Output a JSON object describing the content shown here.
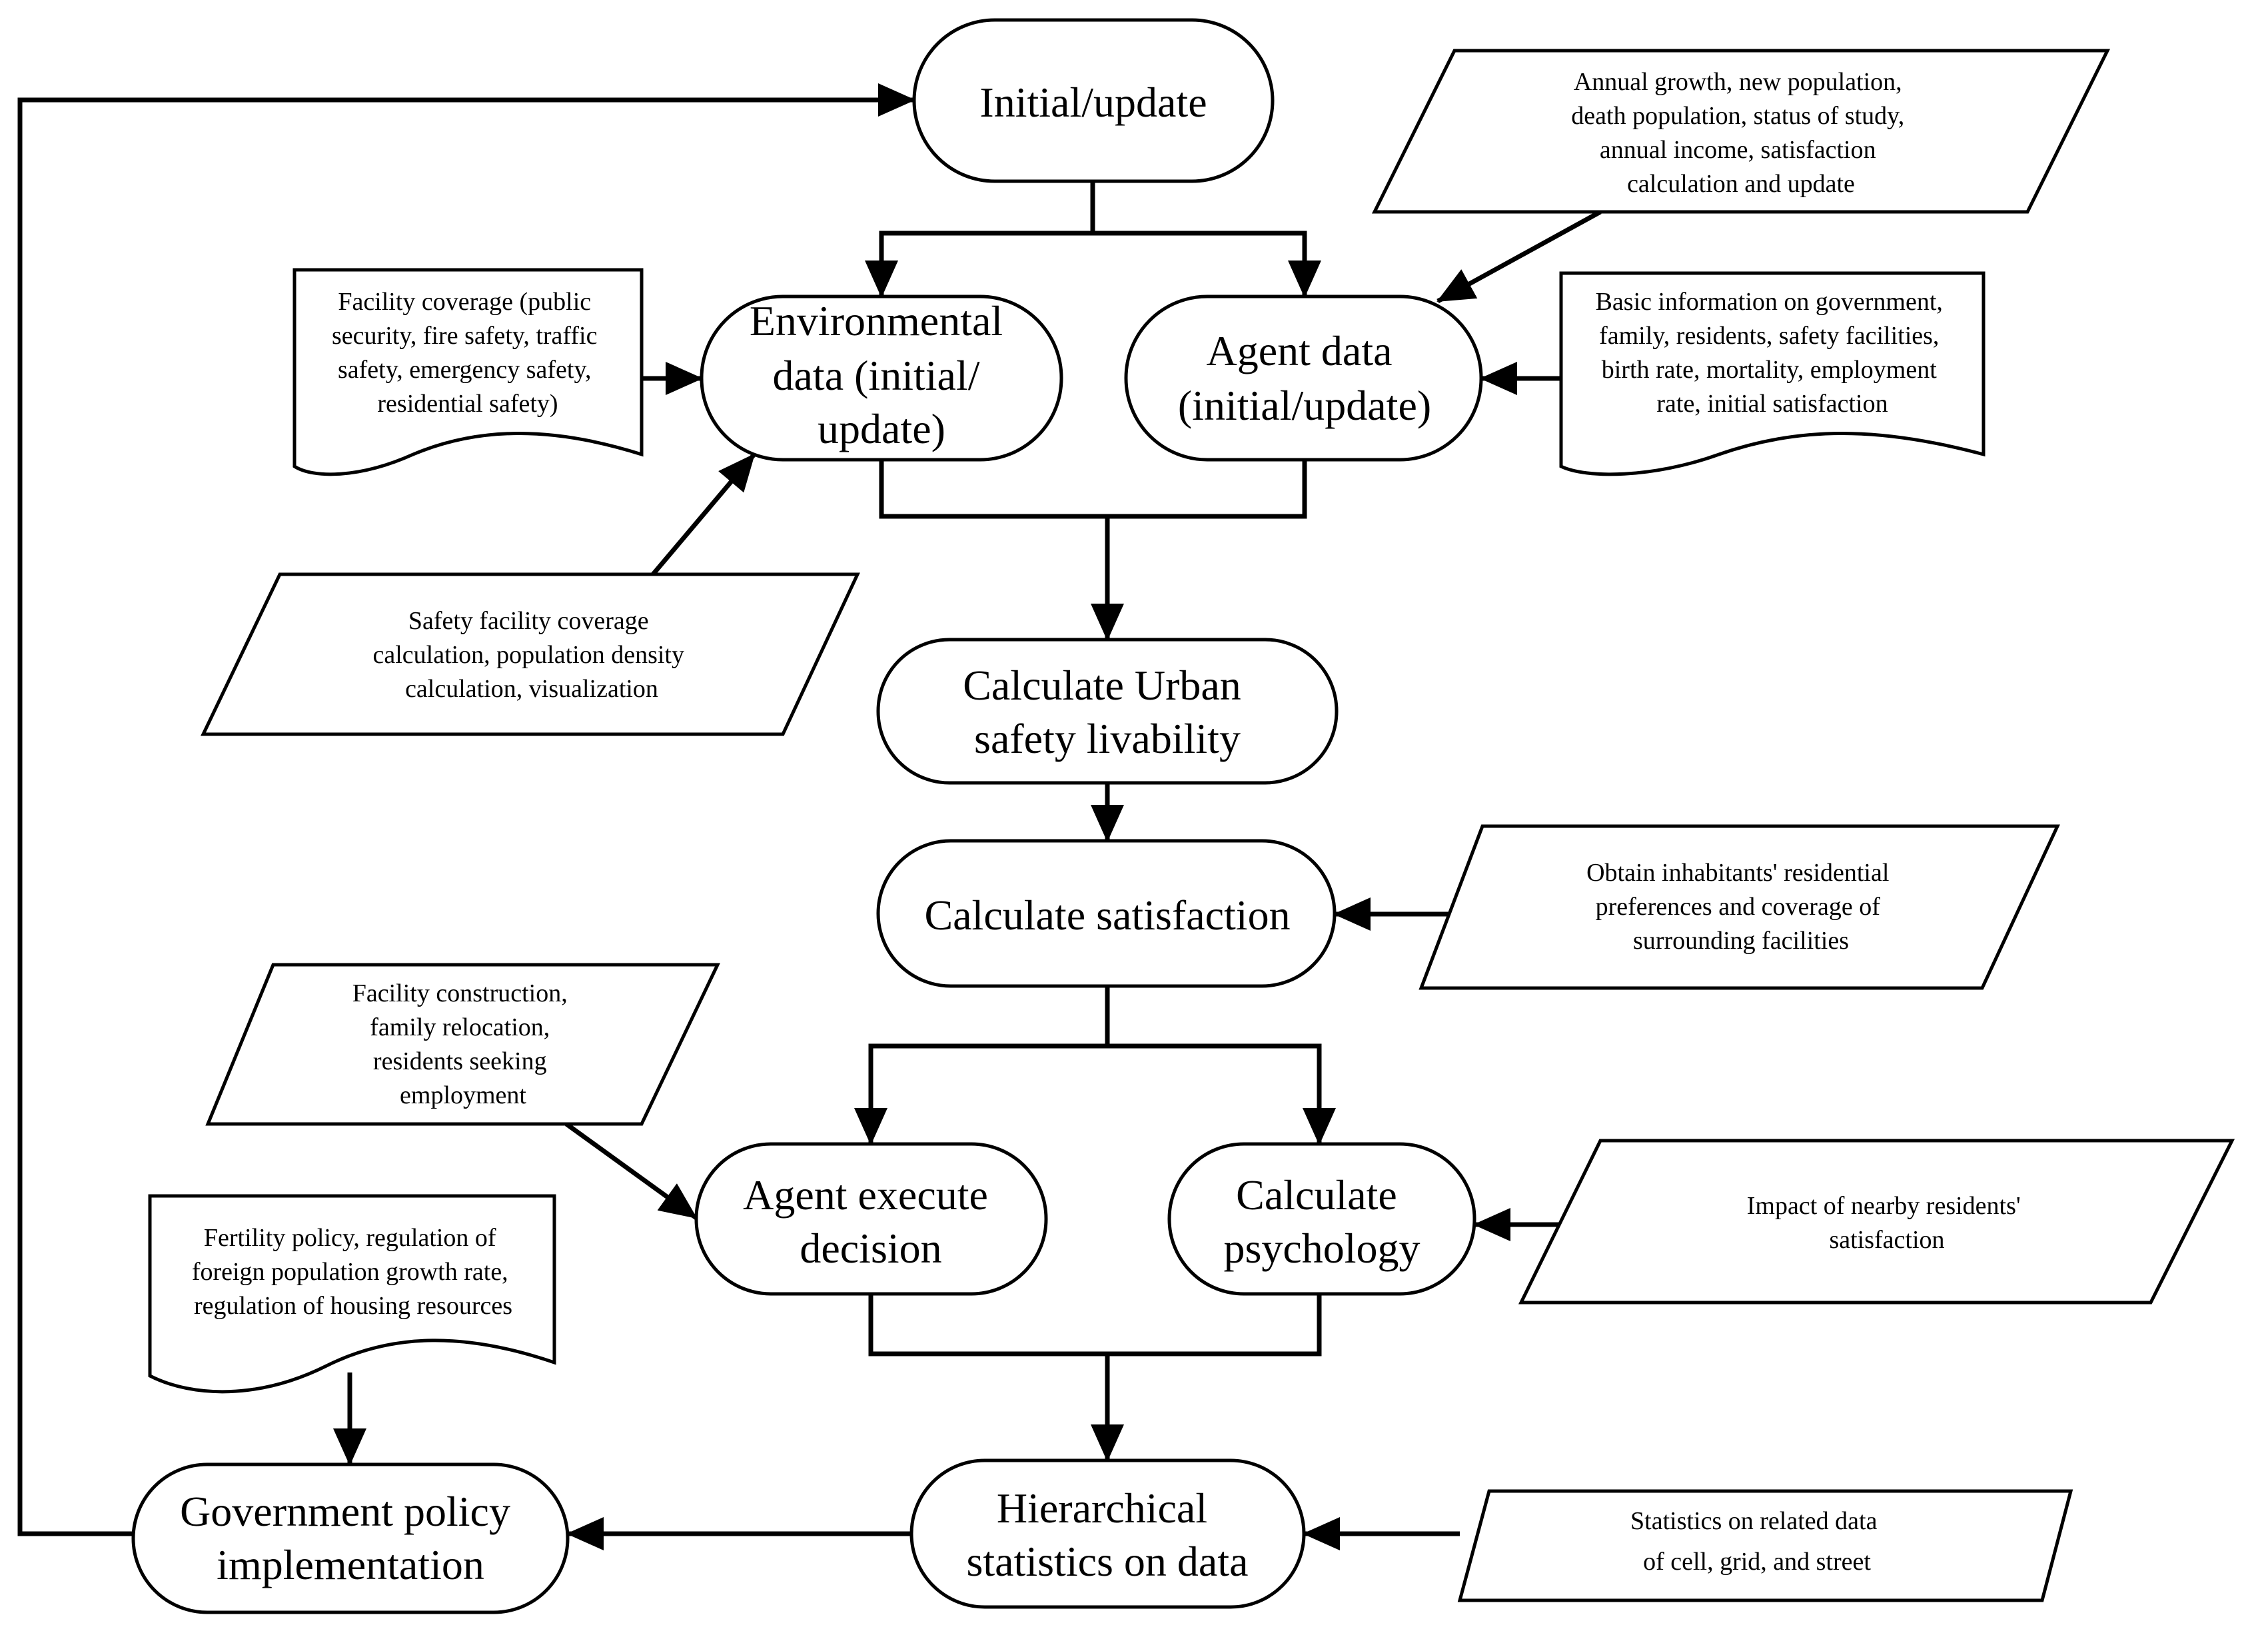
{
  "nodes": {
    "initial_update": {
      "lines": [
        "Initial/update"
      ]
    },
    "environmental_data": {
      "lines": [
        "Environmental",
        "data (initial/",
        "update)"
      ]
    },
    "agent_data": {
      "lines": [
        "Agent data",
        "(initial/update)"
      ]
    },
    "calc_urban": {
      "lines": [
        "Calculate Urban",
        "safety livability"
      ]
    },
    "calc_satisfaction": {
      "lines": [
        "Calculate satisfaction"
      ]
    },
    "agent_execute": {
      "lines": [
        "Agent execute",
        "decision"
      ]
    },
    "calc_psychology": {
      "lines": [
        "Calculate",
        "psychology"
      ]
    },
    "hier_stats": {
      "lines": [
        "Hierarchical",
        "statistics on data"
      ]
    },
    "gov_policy": {
      "lines": [
        "Government policy",
        "implementation"
      ]
    }
  },
  "notes": {
    "annual_growth": {
      "lines": [
        "Annual growth, new population,",
        "death population, status of study,",
        "annual income, satisfaction",
        "calculation and update"
      ]
    },
    "facility_coverage": {
      "lines": [
        "Facility coverage (public",
        "security, fire safety, traffic",
        "safety, emergency safety,",
        "residential safety)"
      ]
    },
    "basic_info": {
      "lines": [
        "Basic information on government,",
        "family, residents, safety facilities,",
        "birth rate, mortality, employment",
        "rate, initial satisfaction"
      ]
    },
    "safety_calc": {
      "lines": [
        "Safety facility coverage",
        "calculation, population density",
        "calculation, visualization"
      ]
    },
    "obtain_pref": {
      "lines": [
        "Obtain inhabitants' residential",
        "preferences and coverage of",
        "surrounding facilities"
      ]
    },
    "facility_construction": {
      "lines": [
        "Facility construction,",
        "family relocation,",
        "residents seeking",
        "employment"
      ]
    },
    "fertility_policy": {
      "lines": [
        "Fertility policy, regulation of",
        "foreign population growth rate,",
        "regulation of housing resources"
      ]
    },
    "impact_nearby": {
      "lines": [
        "Impact of nearby residents'",
        "satisfaction"
      ]
    },
    "statistics_related": {
      "lines": [
        "Statistics on related data",
        "of cell, grid, and street"
      ]
    }
  }
}
